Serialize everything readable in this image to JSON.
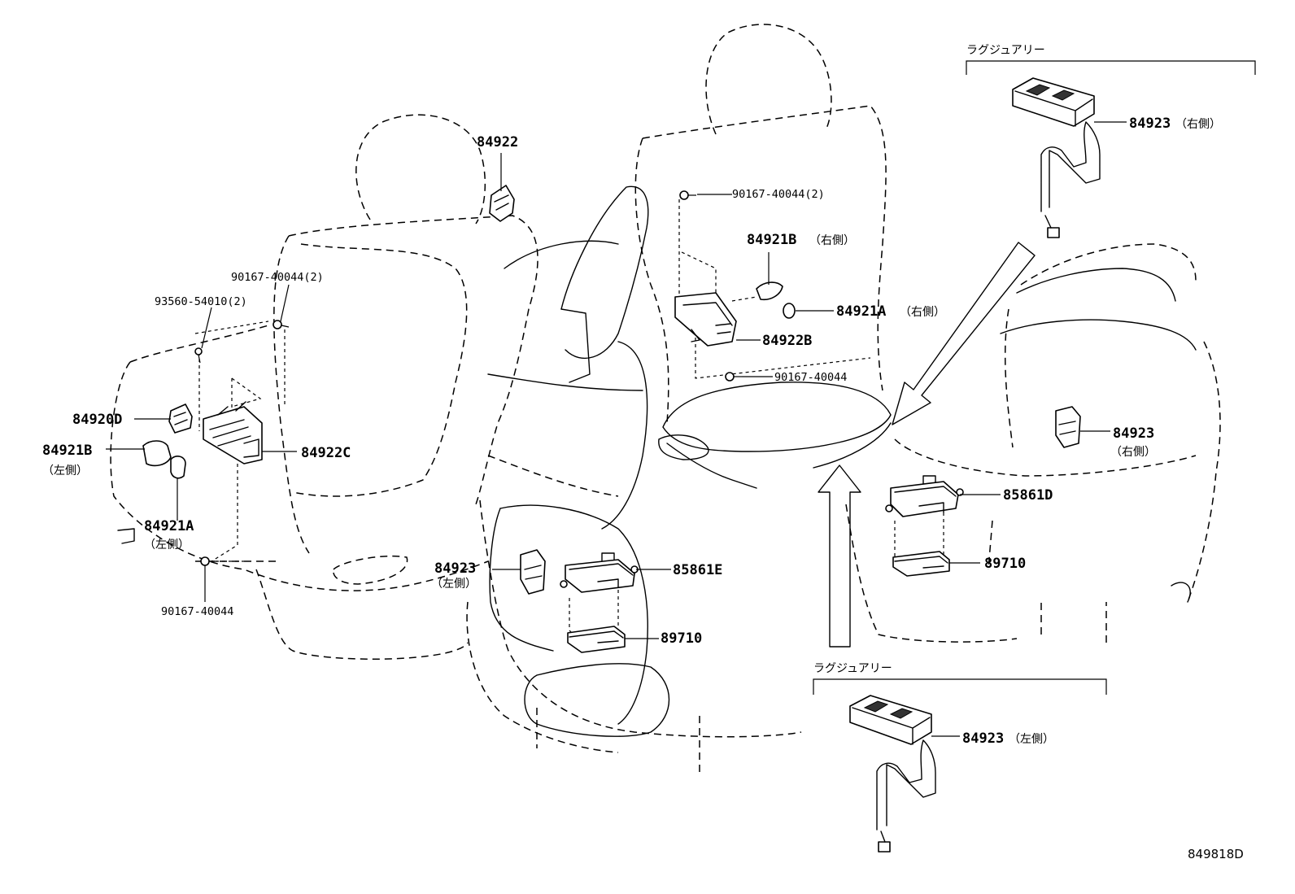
{
  "diagram": {
    "title": "",
    "figure_code": "849818D",
    "group_labels": [
      {
        "id": "luxury-top",
        "text": "ラグジュアリー"
      },
      {
        "id": "luxury-bottom",
        "text": "ラグジュアリー"
      }
    ],
    "callouts": [
      {
        "id": "p84922",
        "part": "84922",
        "side": ""
      },
      {
        "id": "p90167-2-left",
        "part": "90167-40044(2)",
        "side": ""
      },
      {
        "id": "p93560",
        "part": "93560-54010(2)",
        "side": ""
      },
      {
        "id": "p84920D",
        "part": "84920D",
        "side": ""
      },
      {
        "id": "p84921B-left",
        "part": "84921B",
        "side": "（左側）"
      },
      {
        "id": "p84922C",
        "part": "84922C",
        "side": ""
      },
      {
        "id": "p84921A-left",
        "part": "84921A",
        "side": "（左側）"
      },
      {
        "id": "p90167-left",
        "part": "90167-40044",
        "side": ""
      },
      {
        "id": "p90167-2-mid",
        "part": "90167-40044(2)",
        "side": ""
      },
      {
        "id": "p84921B-right",
        "part": "84921B",
        "side": "（右側）"
      },
      {
        "id": "p84921A-right",
        "part": "84921A",
        "side": "（右側）"
      },
      {
        "id": "p84922B",
        "part": "84922B",
        "side": ""
      },
      {
        "id": "p90167-mid",
        "part": "90167-40044",
        "side": ""
      },
      {
        "id": "p84923-left",
        "part": "84923",
        "side": "（左側）"
      },
      {
        "id": "p85861E",
        "part": "85861E",
        "side": ""
      },
      {
        "id": "p89710-mid",
        "part": "89710",
        "side": ""
      },
      {
        "id": "p85861D",
        "part": "85861D",
        "side": ""
      },
      {
        "id": "p89710-right",
        "part": "89710",
        "side": ""
      },
      {
        "id": "p84923-right",
        "part": "84923",
        "side": "（右側）"
      },
      {
        "id": "p84923-lux-right",
        "part": "84923",
        "side": "（右側）"
      },
      {
        "id": "p84923-lux-left",
        "part": "84923",
        "side": "（左側）"
      }
    ]
  }
}
